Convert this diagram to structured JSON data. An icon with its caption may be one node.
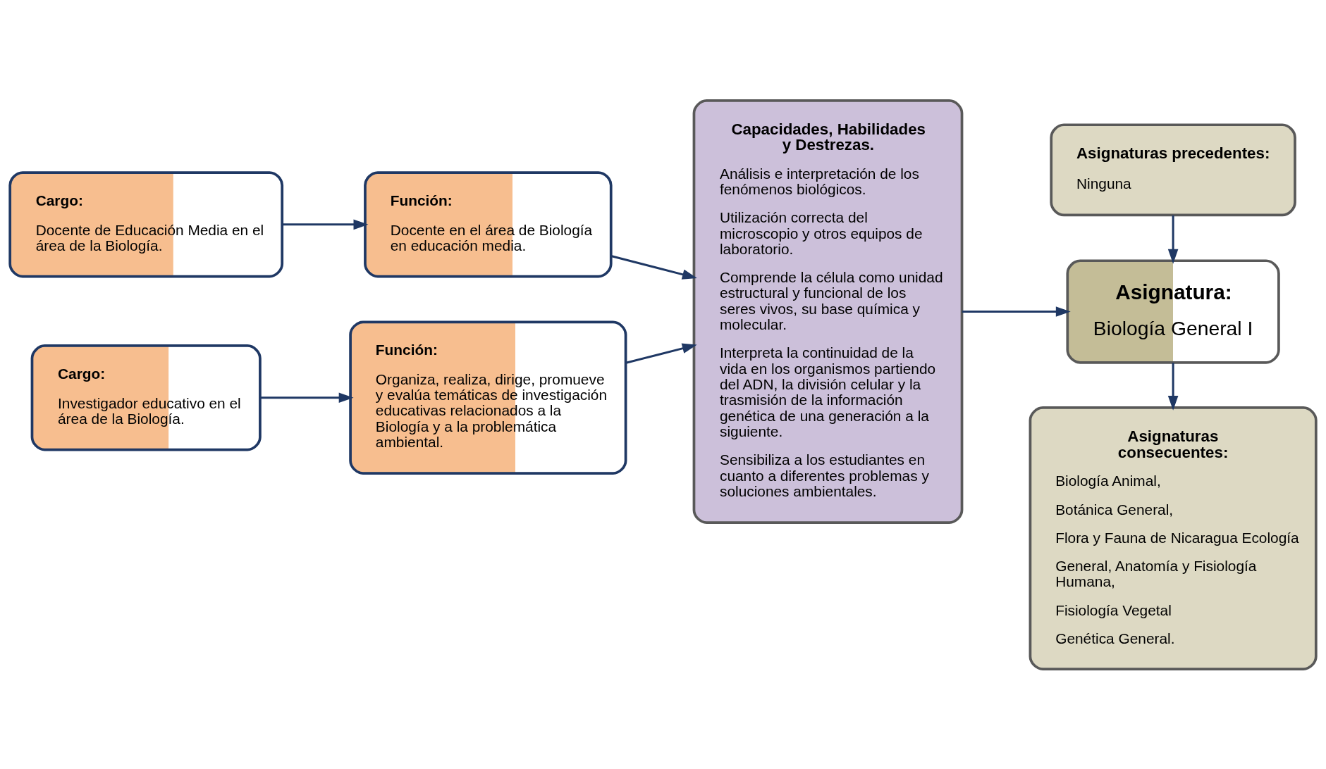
{
  "diagram": {
    "nodes": [
      {
        "text": [
          "Cargo:",
          "Docente de Educación Media en el área de la Biología."
        ]
      },
      {
        "text": [
          "Función:",
          "Docente en el área de Biología en educación media."
        ]
      },
      {
        "text": [
          "Cargo:",
          "Investigador educativo en el área de la Biología."
        ]
      },
      {
        "text": [
          "Función:",
          "Organiza, realiza, dirige, promueve y evalúa temáticas de investigación educativas relacionados a la Biología y a la problemática ambiental."
        ]
      },
      {
        "text": [
          "Capacidades, Habilidades y Destrezas.",
          "Análisis e interpretación de los fenómenos biológicos.",
          "Utilización correcta del microscopio y otros equipos de laboratorio.",
          "Comprende la célula como unidad estructural y funcional de los seres vivos, su base química y molecular.",
          "Interpreta la continuidad de la vida en los organismos partiendo del ADN, la división celular y la trasmisión de la información genética de una generación a la siguiente.",
          "Sensibiliza a los estudiantes en cuanto a diferentes problemas y soluciones ambientales."
        ]
      },
      {
        "text": [
          "Asignaturas precedentes:",
          "Ninguna"
        ]
      },
      {
        "text": [
          "Asignatura:",
          "Biología General I"
        ]
      },
      {
        "text": [
          "Asignaturas consecuentes:",
          "Biología Animal,",
          "Botánica General,",
          "Flora y Fauna de Nicaragua Ecología",
          "General, Anatomía y Fisiología Humana,",
          "Fisiología Vegetal",
          "Genética General."
        ]
      }
    ],
    "edges": [
      {
        "from": 0,
        "to": 1,
        "arrow": "to"
      },
      {
        "from": 1,
        "to": 4,
        "arrow": "to"
      },
      {
        "from": 2,
        "to": 3,
        "arrow": "to"
      },
      {
        "from": 3,
        "to": 4,
        "arrow": "to"
      },
      {
        "from": 4,
        "to": 6,
        "arrow": "to"
      },
      {
        "from": 5,
        "to": 6,
        "arrow": "to"
      },
      {
        "from": 6,
        "to": 7,
        "arrow": "to"
      }
    ]
  }
}
